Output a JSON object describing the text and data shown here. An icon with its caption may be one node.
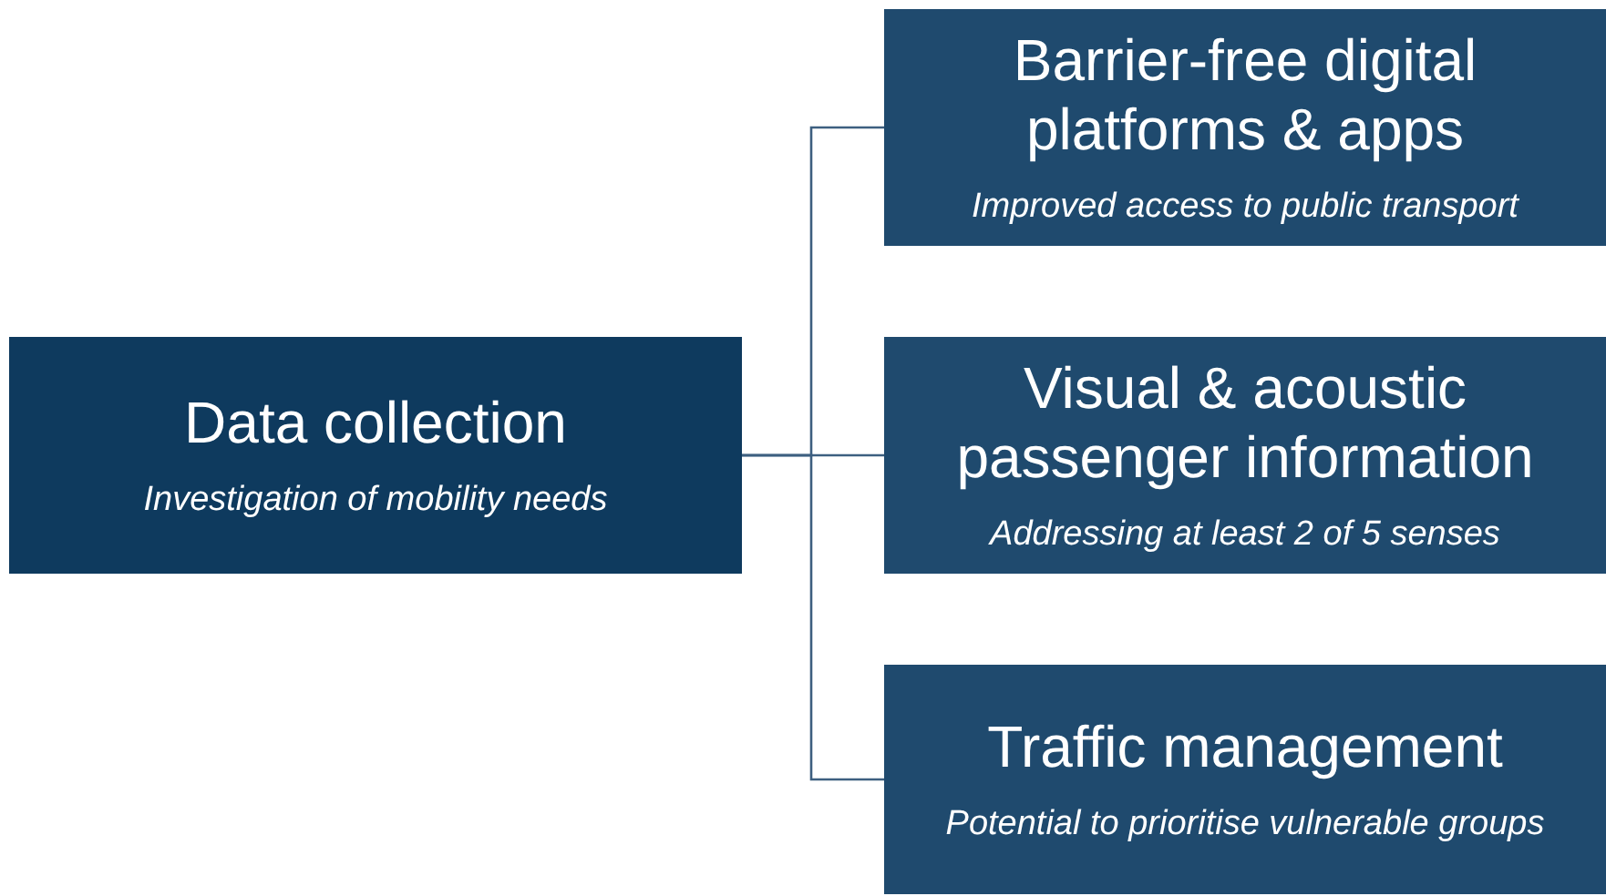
{
  "diagram": {
    "nodes": [
      {
        "text": [
          "Data collection",
          "Investigation of mobility needs"
        ]
      },
      {
        "text": [
          "Barrier-free digital platforms & apps",
          "Improved access to public transport"
        ]
      },
      {
        "text": [
          "Visual & acoustic passenger information",
          "Addressing at least 2 of 5 senses"
        ]
      },
      {
        "text": [
          "Traffic management",
          "Potential to prioritise vulnerable groups"
        ]
      }
    ],
    "edges": [
      {
        "from": 0,
        "to": 1,
        "arrow": "none"
      },
      {
        "from": 0,
        "to": 2,
        "arrow": "none"
      },
      {
        "from": 0,
        "to": 3,
        "arrow": "none"
      }
    ]
  }
}
